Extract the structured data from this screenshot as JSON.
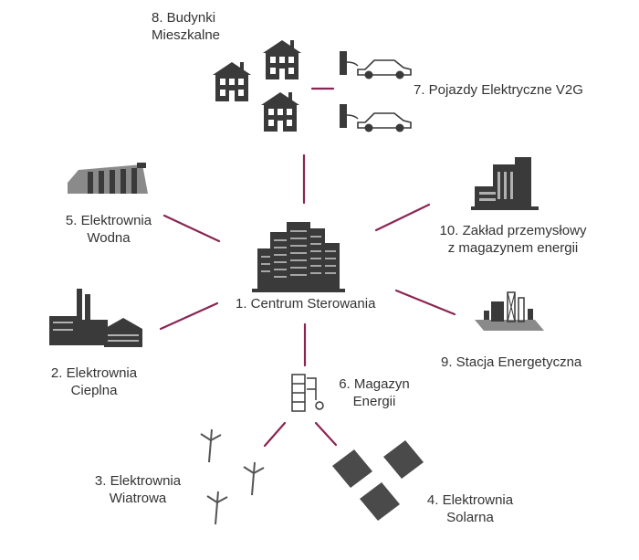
{
  "connector_color": "#8a2553",
  "icon_color": "#3a3a3a",
  "center": {
    "icon": "office-buildings-icon",
    "label": "1. Centrum Sterowania"
  },
  "nodes": {
    "thermal": {
      "icon": "thermal-power-plant-icon",
      "line1": "2. Elektrownia",
      "line2": "Cieplna"
    },
    "wind": {
      "icon": "wind-turbines-icon",
      "line1": "3. Elektrownia",
      "line2": "Wiatrowa"
    },
    "solar": {
      "icon": "solar-panels-icon",
      "line1": "4. Elektrownia",
      "line2": "Solarna"
    },
    "hydro": {
      "icon": "hydro-dam-icon",
      "line1": "5. Elektrownia",
      "line2": "Wodna"
    },
    "storage": {
      "icon": "battery-storage-icon",
      "line1": "6. Magazyn",
      "line2": "Energii"
    },
    "ev": {
      "icon": "electric-car-charger-icon",
      "label": "7. Pojazdy Elektryczne V2G"
    },
    "residential": {
      "icon": "houses-icon",
      "line1": "8. Budynki",
      "line2": "Mieszkalne"
    },
    "substation": {
      "icon": "substation-icon",
      "label": "9. Stacja Energetyczna"
    },
    "industrial": {
      "icon": "factory-icon",
      "line1": "10. Zakład przemysłowy",
      "line2": "z magazynem energii"
    }
  }
}
